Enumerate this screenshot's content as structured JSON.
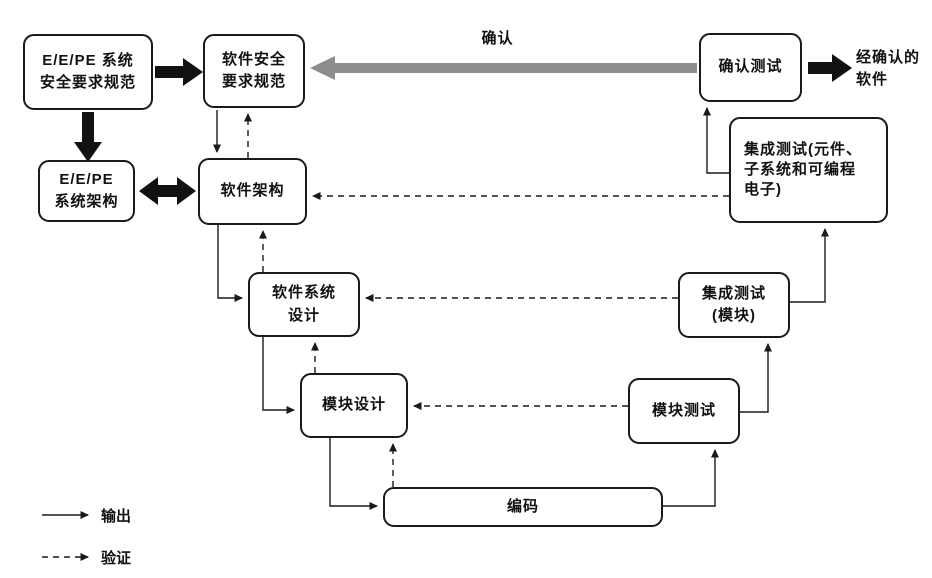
{
  "diagram": {
    "title_hint": "software-safety-v-model",
    "nodes": {
      "eepe_srs": {
        "label": "E/E/PE 系统\n安全要求规范"
      },
      "sw_srs": {
        "label": "软件安全\n要求规范"
      },
      "eepe_arch": {
        "label": "E/E/PE\n系统架构"
      },
      "sw_arch": {
        "label": "软件架构"
      },
      "sw_sys_design": {
        "label": "软件系统\n设计"
      },
      "module_design": {
        "label": "模块设计"
      },
      "coding": {
        "label": "编码"
      },
      "module_test": {
        "label": "模块测试"
      },
      "integ_test_module": {
        "label": "集成测试\n(模块)"
      },
      "integ_test_pe": {
        "label": "集成测试(元件、\n子系统和可编程\n电子)"
      },
      "validation_test": {
        "label": "确认测试"
      }
    },
    "outputs": {
      "confirmed_software": "经确认的\n软件"
    },
    "arrow_labels": {
      "validation": "确认"
    },
    "legend": {
      "output": "输出",
      "verification": "验证"
    },
    "colors": {
      "line": "#1a1a1a",
      "block_arrow": "#111111",
      "validation_arrow": "#8c8c8c",
      "box_bg": "#ffffff"
    }
  }
}
